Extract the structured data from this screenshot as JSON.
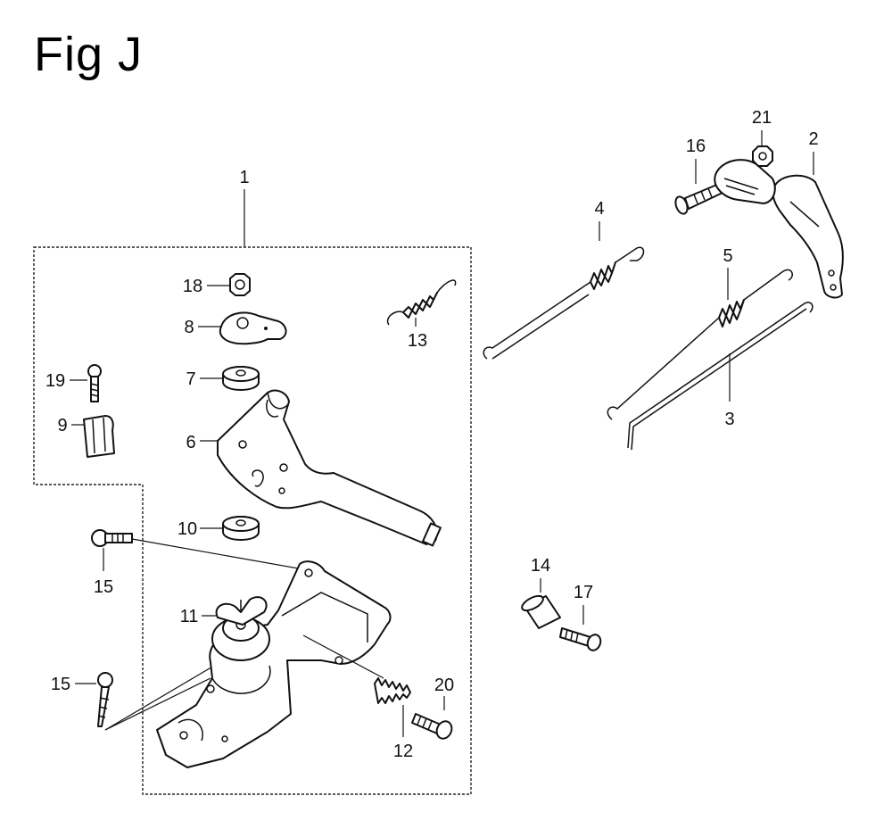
{
  "figure": {
    "title": "Fig J"
  },
  "callouts": {
    "c1": "1",
    "c2": "2",
    "c3": "3",
    "c4": "4",
    "c5": "5",
    "c6": "6",
    "c7": "7",
    "c8": "8",
    "c9": "9",
    "c10": "10",
    "c11": "11",
    "c12": "12",
    "c13": "13",
    "c14": "14",
    "c15a": "15",
    "c15b": "15",
    "c16": "16",
    "c17": "17",
    "c18": "18",
    "c19": "19",
    "c20": "20",
    "c21": "21"
  }
}
